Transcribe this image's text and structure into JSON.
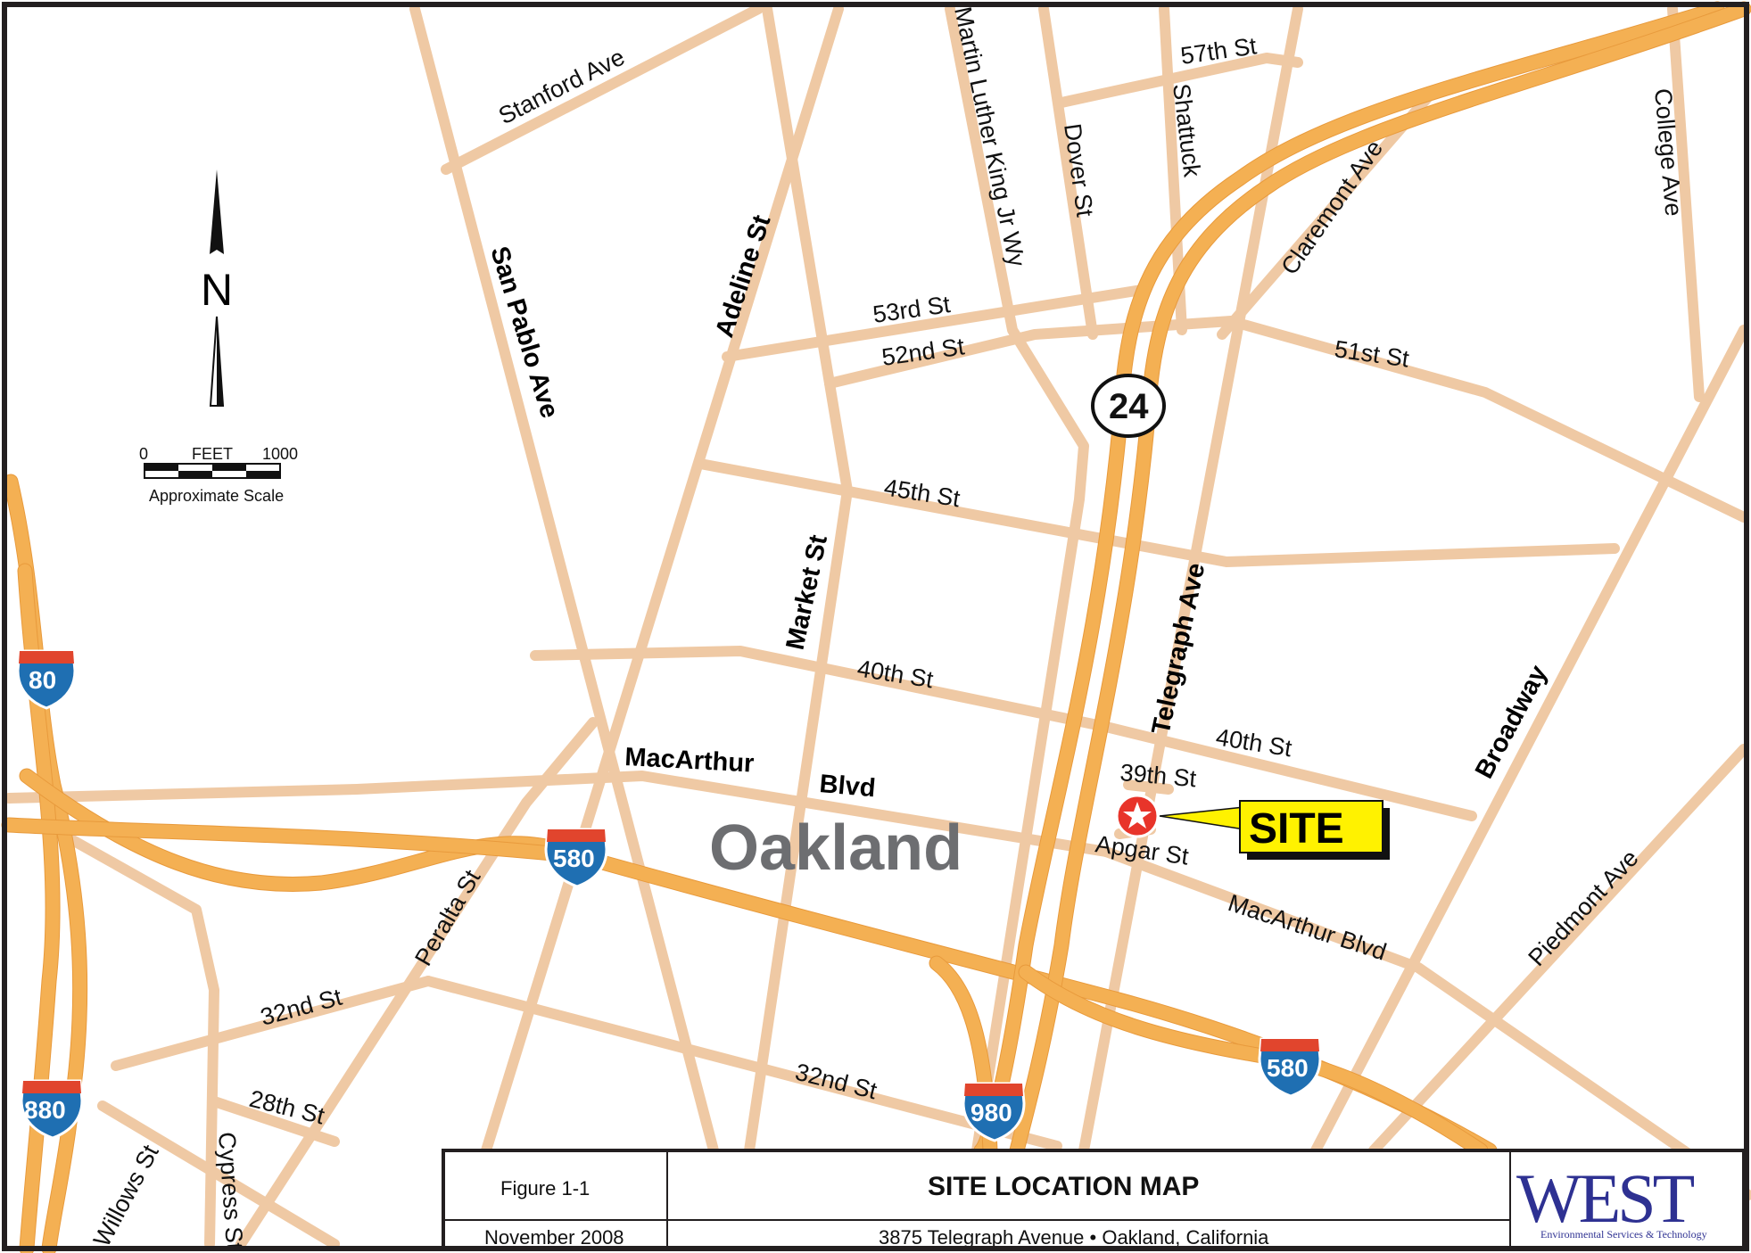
{
  "map": {
    "city_label": "Oakland",
    "site_label": "SITE",
    "north_label": "N",
    "colors": {
      "local_road": "#efc9a4",
      "highway": "#f4b053",
      "site_marker": "#e8342a",
      "site_callout": "#fff200",
      "border": "#231f20"
    },
    "scale": {
      "zero": "0",
      "unit": "FEET",
      "max": "1000",
      "caption": "Approximate Scale"
    },
    "streets": {
      "stanford": "Stanford Ave",
      "st57": "57th St",
      "mlk": "Martin Luther King Jr Wy",
      "dover": "Dover  St",
      "shattuck": "Shattuck",
      "claremont": "Claremont Ave",
      "college": "College Ave",
      "san_pablo": "San Pablo Ave",
      "adeline": "Adeline St",
      "st53": "53rd St",
      "st52": "52nd St",
      "st51": "51st St",
      "st45": "45th St",
      "market": "Market St",
      "telegraph": "Telegraph Ave",
      "st40_a": "40th St",
      "st40_b": "40th St",
      "broadway": "Broadway",
      "st39": "39th St",
      "macarthur_big_1": "MacArthur",
      "macarthur_big_2": "Blvd",
      "apgar": "Apgar St",
      "macarthur_small": "MacArthur Blvd",
      "piedmont": "Piedmont Ave",
      "peralta": "Peralta St",
      "st32_a": "32nd St",
      "st32_b": "32nd St",
      "st28": "28th St",
      "willows": "Willows St",
      "cypress": "Cypress St"
    },
    "shields": {
      "i80": "80",
      "i880": "880",
      "i580_a": "580",
      "i580_b": "580",
      "i980": "980",
      "sr24": "24"
    }
  },
  "title_block": {
    "figure": "Figure 1-1",
    "title": "SITE LOCATION MAP",
    "date": "November 2008",
    "address": "3875 Telegraph Avenue • Oakland, California",
    "logo": "WEST",
    "logo_tagline": "Environmental Services & Technology"
  }
}
